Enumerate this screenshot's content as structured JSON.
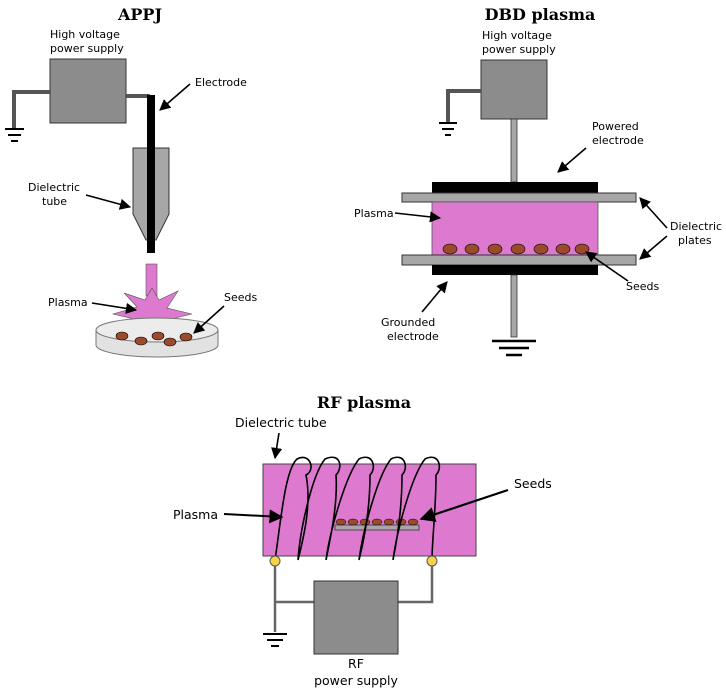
{
  "colors": {
    "box_gray": "#8c8c8c",
    "tube_gray": "#a7a7a7",
    "plasma": "#dd7ad0",
    "seed": "#9b4a2c",
    "electrode_black": "#000000",
    "connector_yellow": "#f5d24a"
  },
  "appj": {
    "title": "APPJ",
    "power_label_1": "High voltage",
    "power_label_2": "power supply",
    "electrode_label": "Electrode",
    "dielectric_label_1": "Dielectric",
    "dielectric_label_2": "tube",
    "plasma_label": "Plasma",
    "seeds_label": "Seeds"
  },
  "dbd": {
    "title": "DBD plasma",
    "power_label_1": "High voltage",
    "power_label_2": "power supply",
    "powered_label_1": "Powered",
    "powered_label_2": "electrode",
    "plasma_label": "Plasma",
    "dielectric_label_1": "Dielectric",
    "dielectric_label_2": "plates",
    "seeds_label": "Seeds",
    "grounded_label_1": "Grounded",
    "grounded_label_2": "electrode"
  },
  "rf": {
    "title": "RF plasma",
    "tube_label": "Dielectric tube",
    "plasma_label": "Plasma",
    "seeds_label": "Seeds",
    "power_label_1": "RF",
    "power_label_2": "power supply"
  }
}
